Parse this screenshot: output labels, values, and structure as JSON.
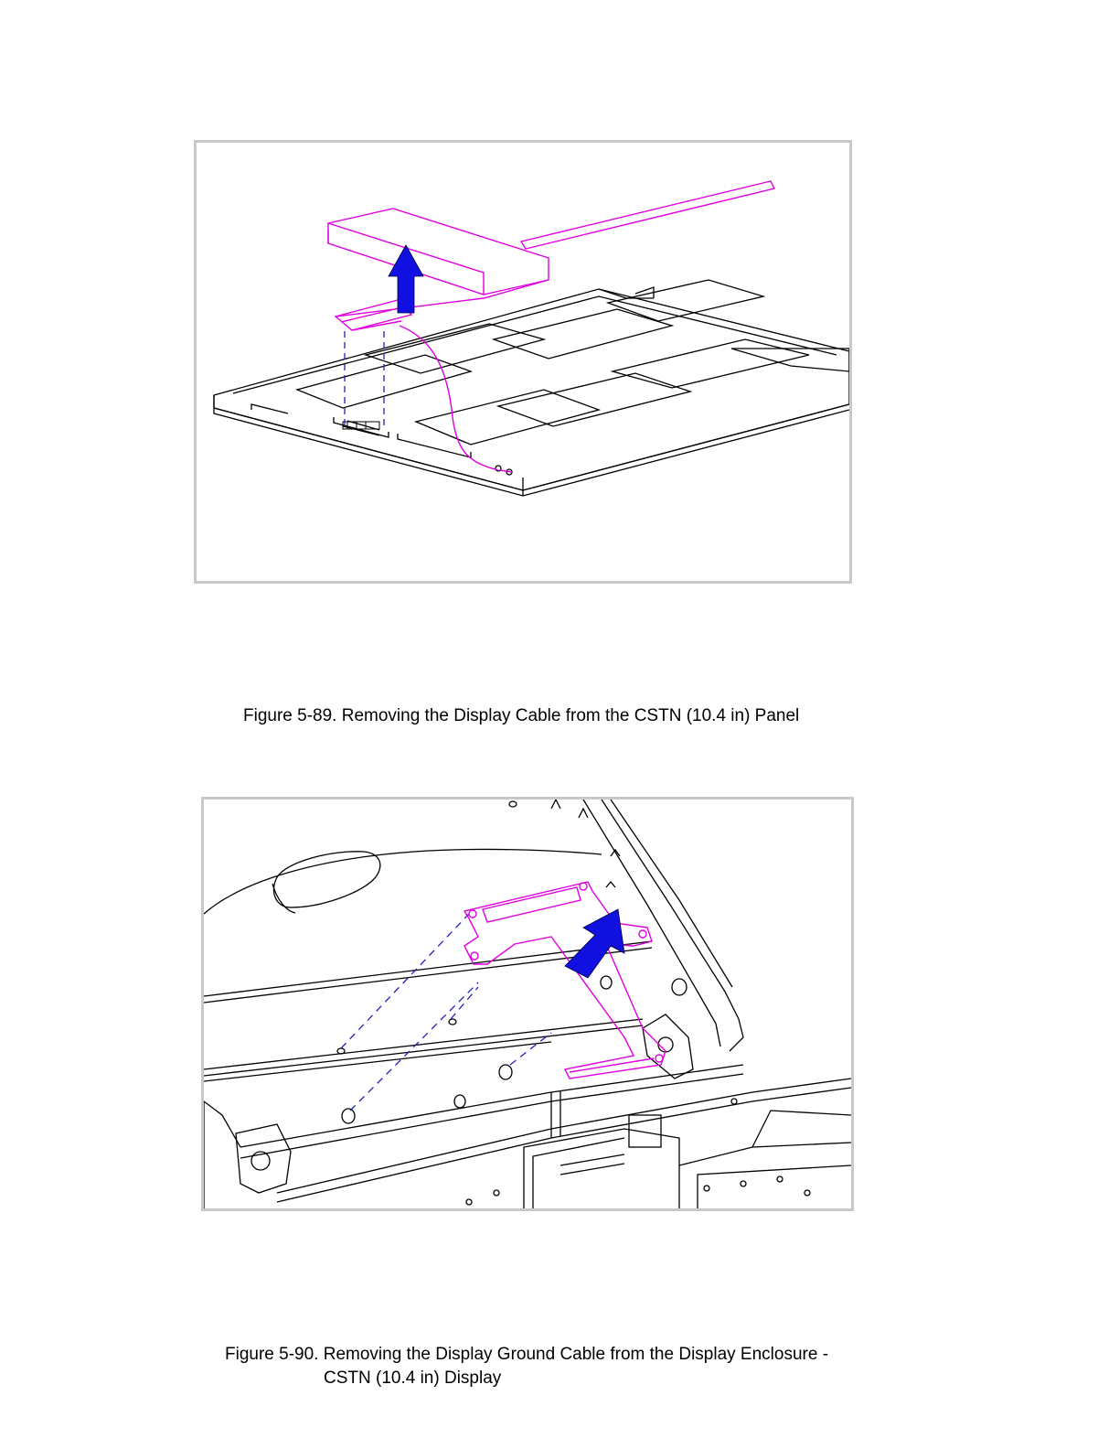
{
  "figures": [
    {
      "caption": "Figure 5-89. Removing the Display Cable from the CSTN (10.4 in) Panel",
      "colors": {
        "cable": "#e000e0",
        "arrow": "#1010e0",
        "lines": "#000000",
        "guide": "#2020c0"
      }
    },
    {
      "caption_line1": "Figure 5-90. Removing the Display Ground Cable from the Display Enclosure -",
      "caption_line2": "CSTN (10.4 in) Display",
      "colors": {
        "cable": "#e000e0",
        "arrow": "#1010e0",
        "lines": "#000000",
        "guide": "#2020c0"
      }
    }
  ]
}
